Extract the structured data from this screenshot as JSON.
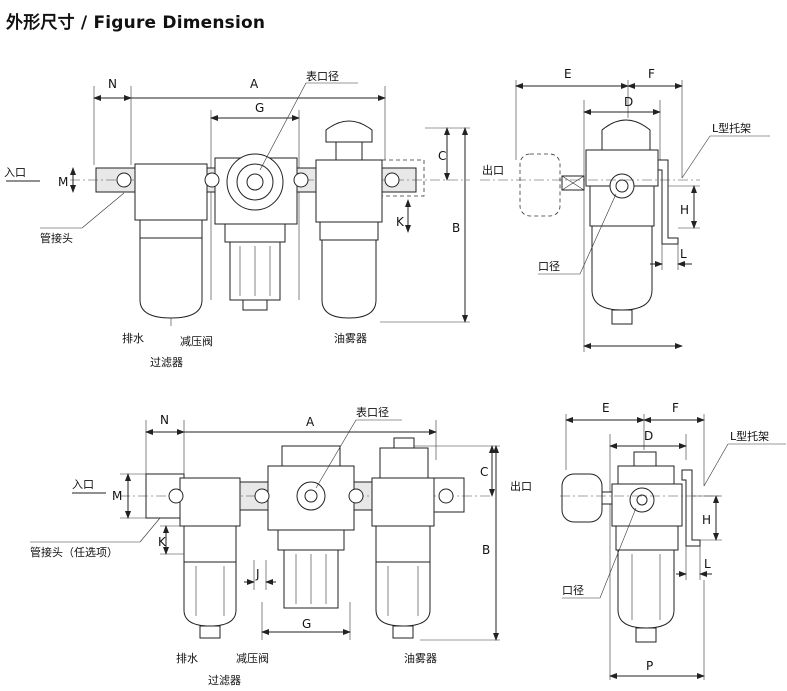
{
  "title": "外形尺寸 / Figure Dimension",
  "top_assembly": {
    "dims": {
      "N": "N",
      "A": "A",
      "G": "G",
      "M": "M",
      "C": "C",
      "B": "B",
      "K": "K"
    },
    "labels": {
      "gauge_port": "表口径",
      "inlet": "入口",
      "fitting": "管接头",
      "drain": "排水",
      "regulator": "减压阀",
      "filter": "过滤器",
      "lubricator": "油雾器"
    }
  },
  "top_side": {
    "dims": {
      "E": "E",
      "F": "F",
      "D": "D",
      "H": "H",
      "L": "L"
    },
    "labels": {
      "outlet": "出口",
      "bracket": "L型托架",
      "port": "口径"
    }
  },
  "bottom_assembly": {
    "dims": {
      "N": "N",
      "A": "A",
      "M": "M",
      "C": "C",
      "B": "B",
      "K": "K",
      "J": "J",
      "G": "G"
    },
    "labels": {
      "gauge_port": "表口径",
      "inlet": "入口",
      "fitting_optional": "管接头（任选项）",
      "outlet": "出口",
      "drain": "排水",
      "regulator": "减压阀",
      "filter": "过滤器",
      "lubricator": "油雾器"
    }
  },
  "bottom_side": {
    "dims": {
      "E": "E",
      "F": "F",
      "D": "D",
      "H": "H",
      "L": "L",
      "P": "P"
    },
    "labels": {
      "bracket": "L型托架",
      "port": "口径"
    }
  }
}
